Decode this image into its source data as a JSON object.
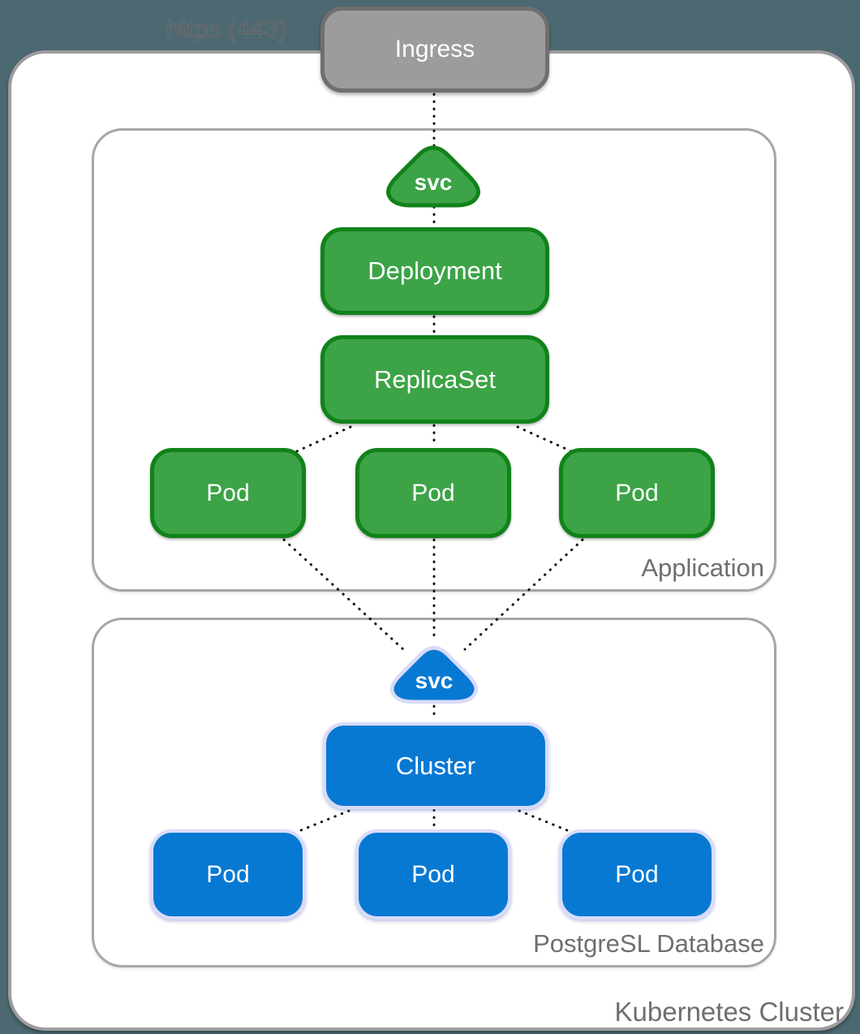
{
  "colors": {
    "background": "#4C6972",
    "surface": "#FFFFFF",
    "outer_border": "#9D9D9D",
    "inner_border": "#A6A6A6",
    "gray_fill": "#9C9C9C",
    "gray_border": "#6F6F6F",
    "green_fill": "#3CA346",
    "green_border": "#11821A",
    "blue_fill": "#0879D2",
    "blue_border": "#D9DCF8",
    "label_text": "#6F6F6F",
    "edge_label_text": "#5E6165",
    "connector": "#151515",
    "node_text": "#FFFFFF"
  },
  "edge": {
    "label": "https (443)"
  },
  "ingress": {
    "label": "Ingress"
  },
  "kubernetes_cluster": {
    "label": "Kubernetes Cluster"
  },
  "application": {
    "label": "Application",
    "svc": "svc",
    "deployment": "Deployment",
    "replicaset": "ReplicaSet",
    "pods": [
      "Pod",
      "Pod",
      "Pod"
    ]
  },
  "database": {
    "label": "PostgreSL Database",
    "svc": "svc",
    "cluster": "Cluster",
    "pods": [
      "Pod",
      "Pod",
      "Pod"
    ]
  }
}
